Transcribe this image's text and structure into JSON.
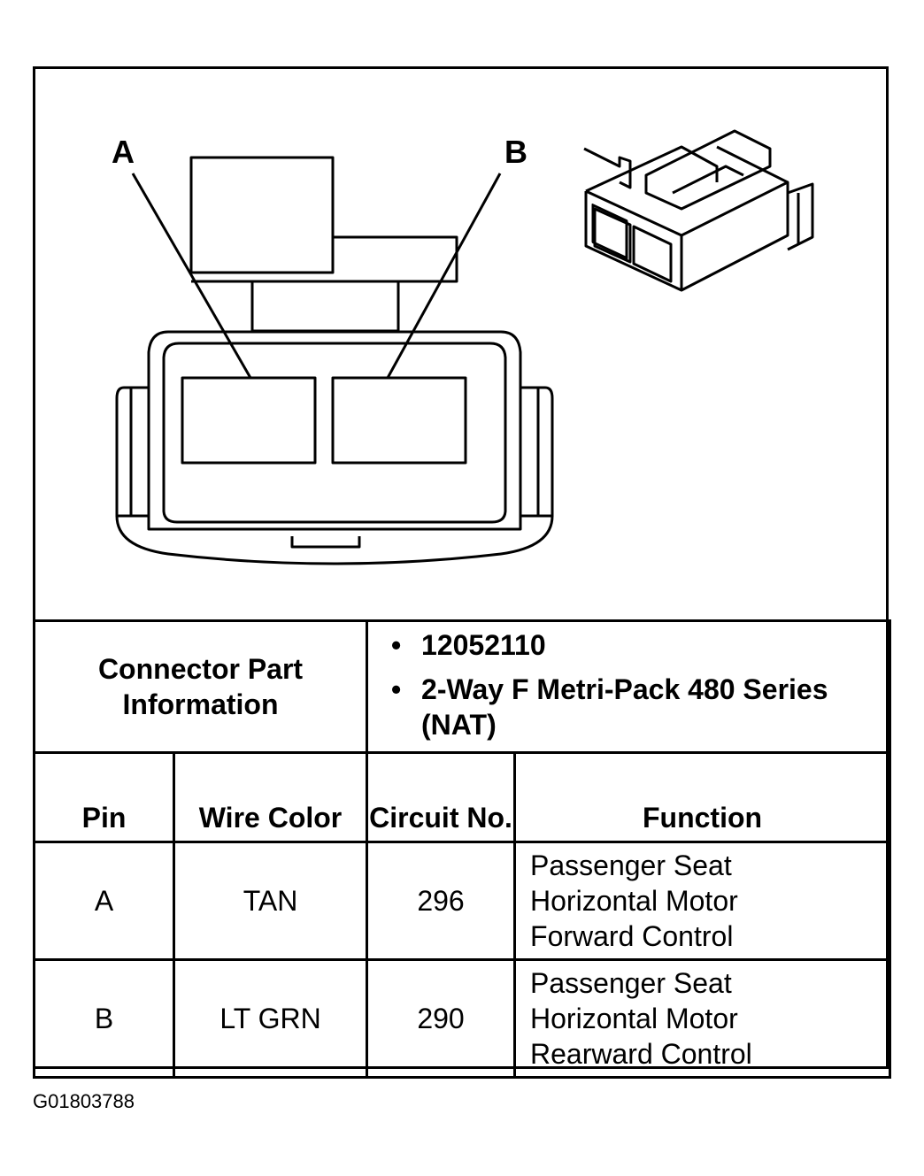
{
  "diagram": {
    "pin_labels": [
      "A",
      "B"
    ]
  },
  "connector_info": {
    "label": "Connector Part Information",
    "items": [
      "12052110",
      "2-Way F Metri-Pack 480 Series (NAT)"
    ]
  },
  "table": {
    "headers": {
      "pin": "Pin",
      "wire_color": "Wire Color",
      "circuit": "Circuit No.",
      "function": "Function"
    },
    "rows": [
      {
        "pin": "A",
        "wire_color": "TAN",
        "circuit": "296",
        "function": [
          "Passenger Seat",
          "Horizontal Motor",
          "Forward Control"
        ]
      },
      {
        "pin": "B",
        "wire_color": "LT GRN",
        "circuit": "290",
        "function": [
          "Passenger Seat",
          "Horizontal Motor",
          "Rearward Control"
        ]
      }
    ]
  },
  "figure_id": "G01803788"
}
